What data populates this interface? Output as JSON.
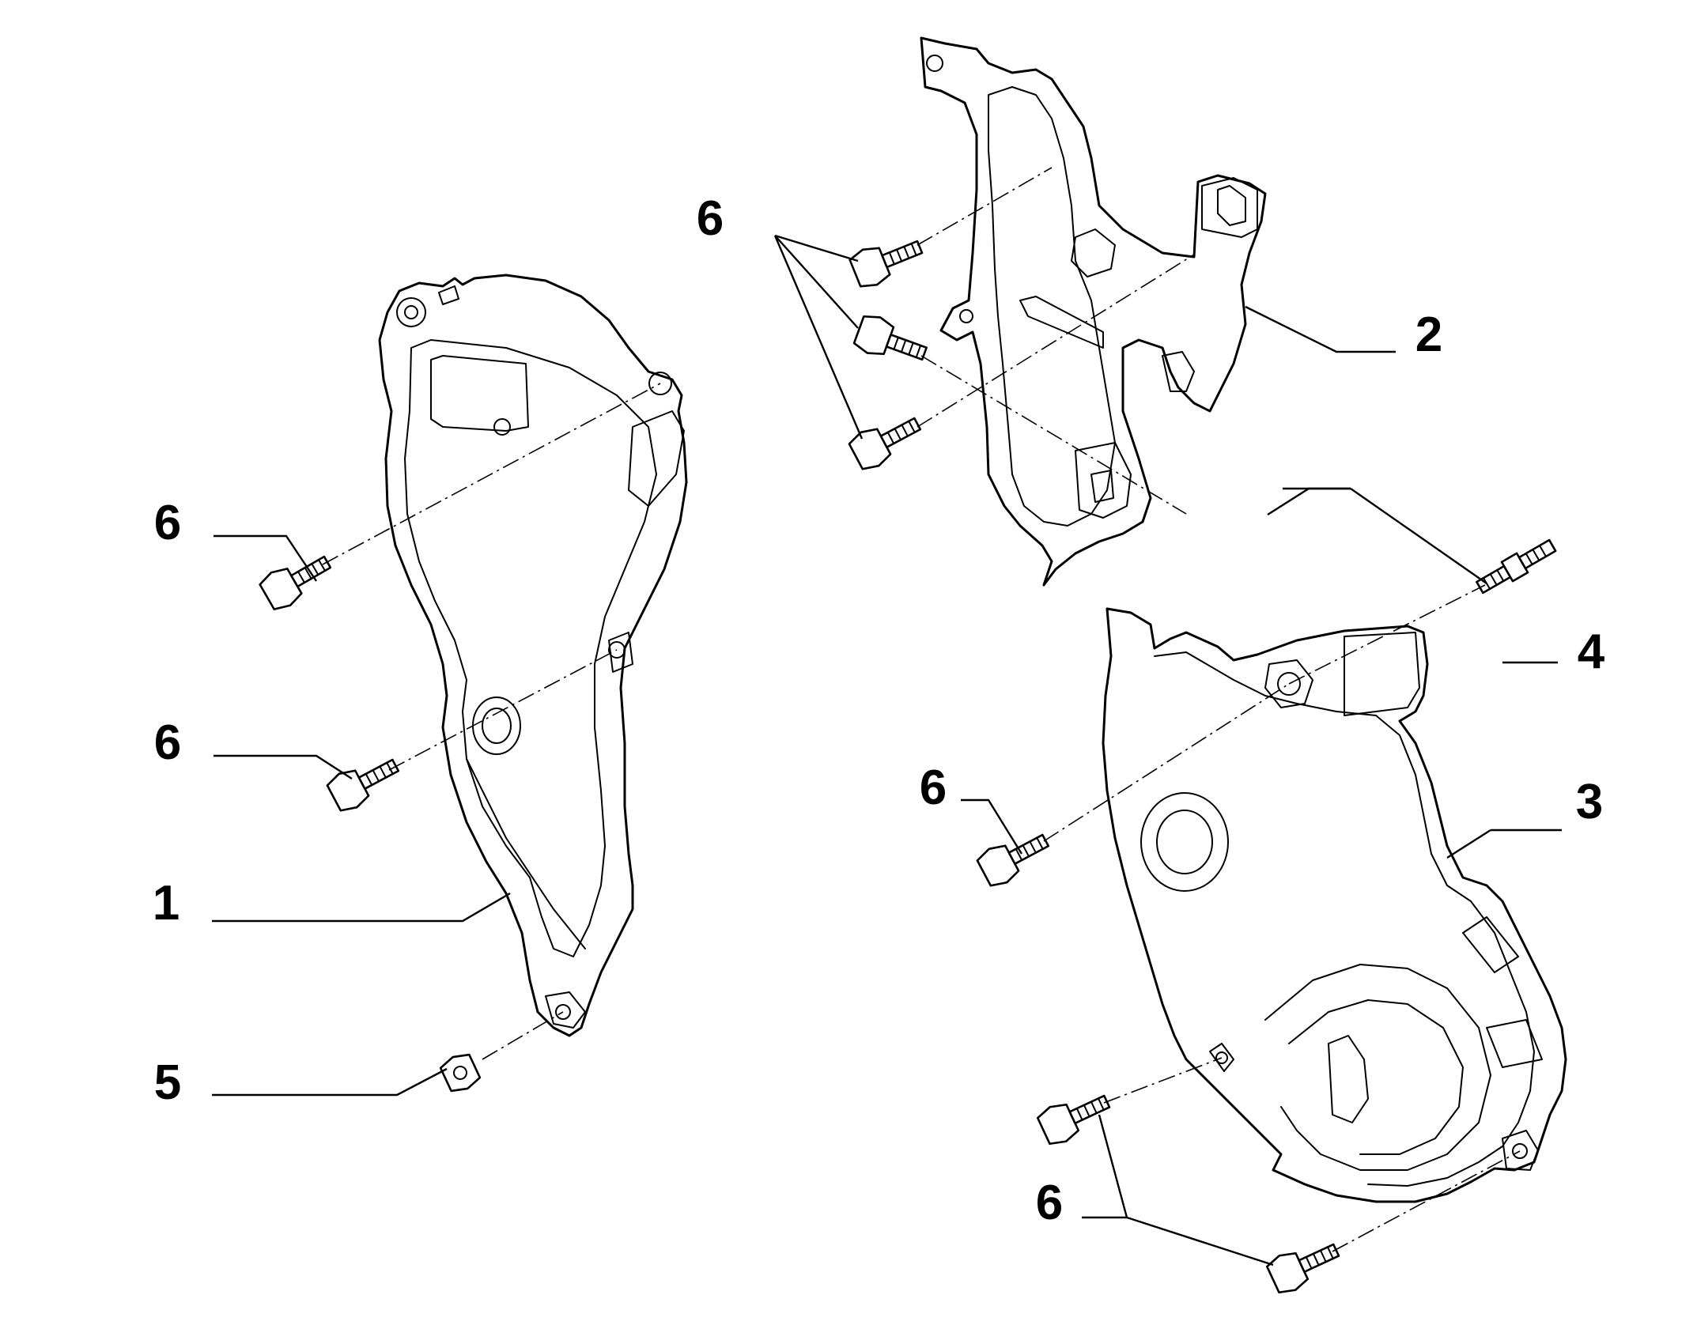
{
  "diagram": {
    "callouts": [
      {
        "id": "c1",
        "label": "1"
      },
      {
        "id": "c2",
        "label": "2"
      },
      {
        "id": "c3",
        "label": "3"
      },
      {
        "id": "c4",
        "label": "4"
      },
      {
        "id": "c5",
        "label": "5"
      },
      {
        "id": "c6a",
        "label": "6"
      },
      {
        "id": "c6b",
        "label": "6"
      },
      {
        "id": "c6c",
        "label": "6"
      },
      {
        "id": "c6d",
        "label": "6"
      },
      {
        "id": "c6e",
        "label": "6"
      }
    ],
    "colors": {
      "ink": "#000000",
      "paper": "#ffffff"
    }
  }
}
